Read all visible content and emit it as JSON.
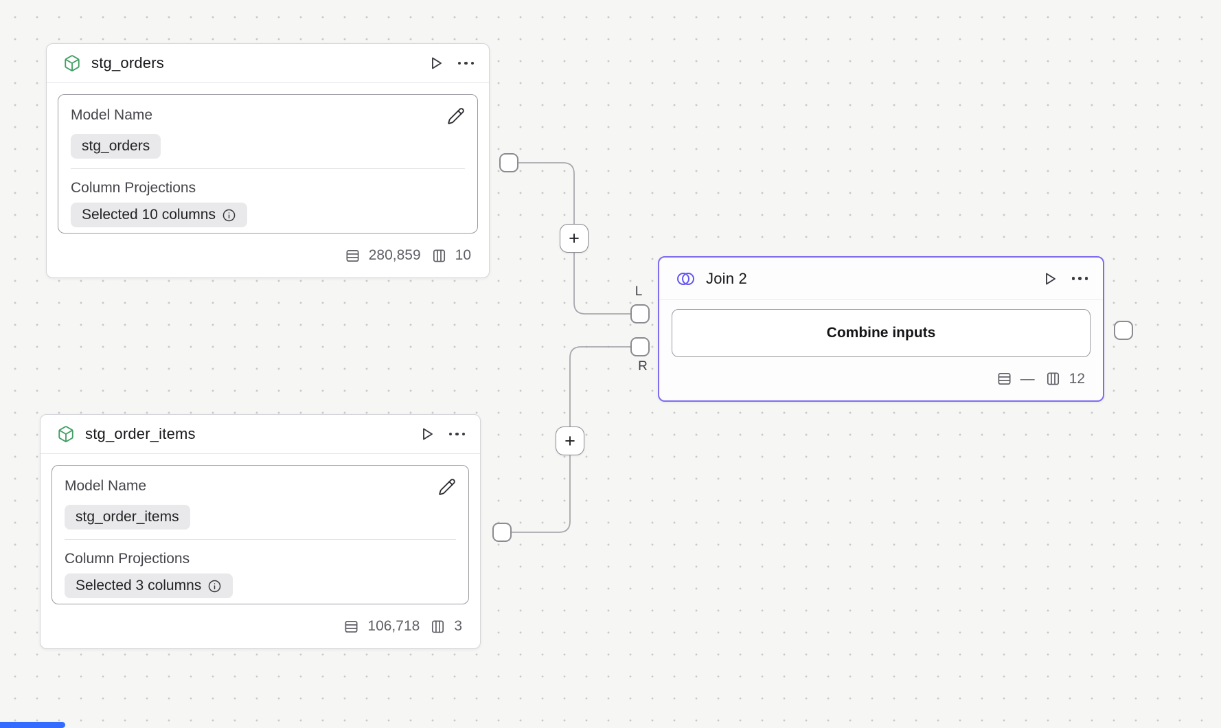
{
  "nodes": {
    "stg_orders": {
      "title": "stg_orders",
      "fields": [
        {
          "label": "Model Name",
          "badge": "stg_orders"
        },
        {
          "label": "Column Projections",
          "badge": "Selected 10 columns"
        }
      ],
      "row_count": "280,859",
      "column_count": "10"
    },
    "stg_order_items": {
      "title": "stg_order_items",
      "fields": [
        {
          "label": "Model Name",
          "badge": "stg_order_items"
        },
        {
          "label": "Column Projections",
          "badge": "Selected 3 columns"
        }
      ],
      "row_count": "106,718",
      "column_count": "3"
    },
    "join": {
      "title": "Join 2",
      "button_label": "Combine inputs",
      "row_count": "—",
      "column_count": "12"
    }
  },
  "ports": {
    "left_label": "L",
    "right_label": "R"
  },
  "ui": {
    "plus_label": "+"
  },
  "colors": {
    "join_accent": "#7d6bf2",
    "join_icon": "#6456f5",
    "model_icon_green": "#419e64",
    "wire": "#a8a8ae",
    "scrollbar_blue": "#316bff",
    "canvas_bg": "#f6f6f4"
  }
}
